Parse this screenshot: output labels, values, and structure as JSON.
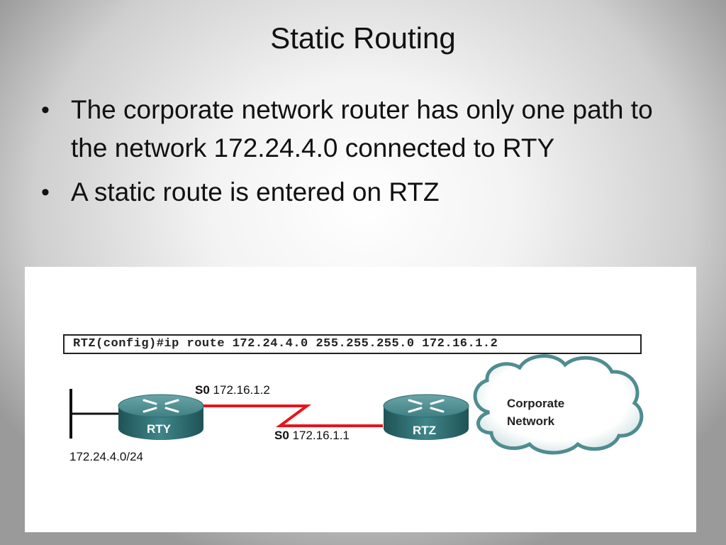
{
  "slide": {
    "title": "Static Routing",
    "bullets": [
      "The corporate network router has only one path to the network 172.24.4.0 connected to RTY",
      "A static route is entered on RTZ"
    ]
  },
  "diagram": {
    "command": "RTZ(config)#ip route 172.24.4.0 255.255.255.0 172.16.1.2",
    "rty": {
      "name": "RTY",
      "interface": "S0",
      "ip": "172.16.1.2",
      "lan_network": "172.24.4.0/24"
    },
    "rtz": {
      "name": "RTZ",
      "interface": "S0",
      "ip": "172.16.1.1"
    },
    "cloud": {
      "line1": "Corporate",
      "line2": "Network"
    },
    "colors": {
      "serial_link": "#e8141b",
      "router_body": "#2f6f73",
      "cloud_fill": "#ffffff",
      "cloud_edge": "#4f8c90"
    }
  }
}
